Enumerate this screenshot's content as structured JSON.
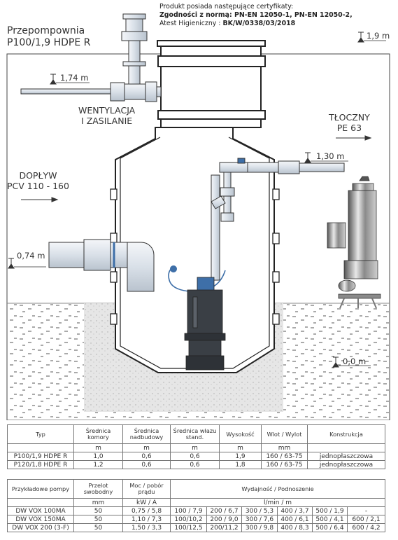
{
  "cert": {
    "line1": "Produkt posiada następujące certyfikaty:",
    "line2": "Zgodności z normą: PN-EN 12050-1, PN-EN 12050-2,",
    "line3_prefix": "Atest Higieniczny : ",
    "line3_value": "BK/W/0338/03/2018"
  },
  "title": {
    "line1": "Przepompownia",
    "line2": "P100/1,9 HDPE R"
  },
  "labels": {
    "ventilation_line1": "WENTYLACJA",
    "ventilation_line2": "I ZASILANIE",
    "pressure_line1": "TŁOCZNY",
    "pressure_line2": "PE 63",
    "inflow_line1": "DOPŁYW",
    "inflow_line2": "PCV 110 - 160"
  },
  "dims": {
    "top": "1,9 m",
    "vent": "1,74 m",
    "discharge": "1,30 m",
    "inlet": "0,74 m",
    "ground": "0,0 m"
  },
  "colors": {
    "pipe_fill": "#e4e9ef",
    "line": "#222222",
    "pump_blue": "#3e6fa8",
    "pump_dark": "#3a3f45",
    "soil_fill": "#e9e9e9"
  },
  "table1": {
    "headers": [
      "Typ",
      "Średnica komory",
      "Średnica nadbudowy",
      "Średnica włazu stand.",
      "Wysokość",
      "Wlot / Wylot",
      "Konstrukcja"
    ],
    "units": [
      "",
      "m",
      "m",
      "m",
      "m",
      "mm",
      ""
    ],
    "rows": [
      [
        "P100/1,9 HDPE R",
        "1,0",
        "0,6",
        "0,6",
        "1,9",
        "160 / 63-75",
        "jednopłaszczowa"
      ],
      [
        "P120/1,8 HDPE R",
        "1,2",
        "0,6",
        "0,6",
        "1,8",
        "160 / 63-75",
        "jednopłaszczowa"
      ]
    ]
  },
  "table2": {
    "headers": [
      "Przykładowe pompy",
      "Przelot swobodny",
      "Moc / pobór prądu",
      "Wydajność / Podnoszenie"
    ],
    "units": [
      "",
      "mm",
      "kW / A",
      "l/min / m"
    ],
    "rows": [
      [
        "DW VOX 100MA",
        "50",
        "0,75 / 5,8",
        "100 / 7,9",
        "200 / 6,7",
        "300 / 5,3",
        "400 / 3,7",
        "500 / 1,9",
        "-"
      ],
      [
        "DW VOX 150MA",
        "50",
        "1,10 / 7,3",
        "100/10,2",
        "200 / 9,0",
        "300 / 7,6",
        "400 / 6,1",
        "500 / 4,1",
        "600 / 2,1"
      ],
      [
        "DW VOX 200 (3-F)",
        "50",
        "1,50 / 3,3",
        "100/12,5",
        "200/11,2",
        "300 / 9,8",
        "400 / 8,3",
        "500 / 6,4",
        "600 / 4,2"
      ]
    ]
  }
}
